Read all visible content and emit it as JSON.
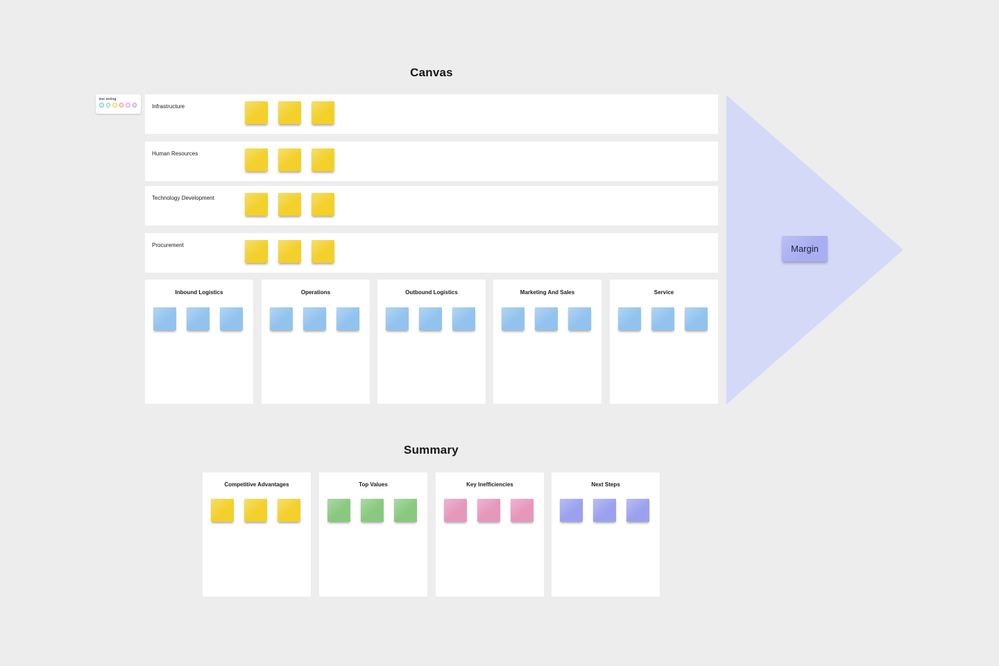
{
  "background": "#EDEDED",
  "canvas": {
    "title": "Canvas",
    "dot_voting": {
      "label": "Dot Voting",
      "dots": [
        {
          "name": "blue-dot",
          "border": "#74C6E4",
          "fill": "#D9F0F9"
        },
        {
          "name": "green-dot",
          "border": "#7FD98E",
          "fill": "#DDF6E3"
        },
        {
          "name": "yellow-dot",
          "border": "#EECB61",
          "fill": "#FBF1D2"
        },
        {
          "name": "red-dot",
          "border": "#F09086",
          "fill": "#FCDFDC"
        },
        {
          "name": "pink-dot",
          "border": "#EF96D5",
          "fill": "#FBDEF4"
        },
        {
          "name": "purple-dot",
          "border": "#AE9BF0",
          "fill": "#E5DEFA"
        }
      ]
    },
    "rows": [
      {
        "label": "Infrastructure",
        "stickies": 3
      },
      {
        "label": "Human Resources",
        "stickies": 3
      },
      {
        "label": "Technology Development",
        "stickies": 3
      },
      {
        "label": "Procurement",
        "stickies": 3
      }
    ],
    "row_sticky_color": "#F3D02A",
    "columns": [
      {
        "label": "Inbound Logistics",
        "stickies": 3
      },
      {
        "label": "Operations",
        "stickies": 3
      },
      {
        "label": "Outbound Logistics",
        "stickies": 3
      },
      {
        "label": "Marketing And Sales",
        "stickies": 3
      },
      {
        "label": "Service",
        "stickies": 3
      }
    ],
    "column_sticky_color": "#92C3EE",
    "margin_arrow": {
      "label": "Margin",
      "sticky_color": "#A8AEF1",
      "arrow_color": "#D4D9F8"
    }
  },
  "summary": {
    "title": "Summary",
    "panels": [
      {
        "label": "Competitive Advantages",
        "sticky_color": "#F3D02A",
        "stickies": 3
      },
      {
        "label": "Top Values",
        "sticky_color": "#88C97E",
        "stickies": 3
      },
      {
        "label": "Key Inefficiencies",
        "sticky_color": "#E697BB",
        "stickies": 3
      },
      {
        "label": "Next Steps",
        "sticky_color": "#9BA1EF",
        "stickies": 3
      }
    ]
  }
}
